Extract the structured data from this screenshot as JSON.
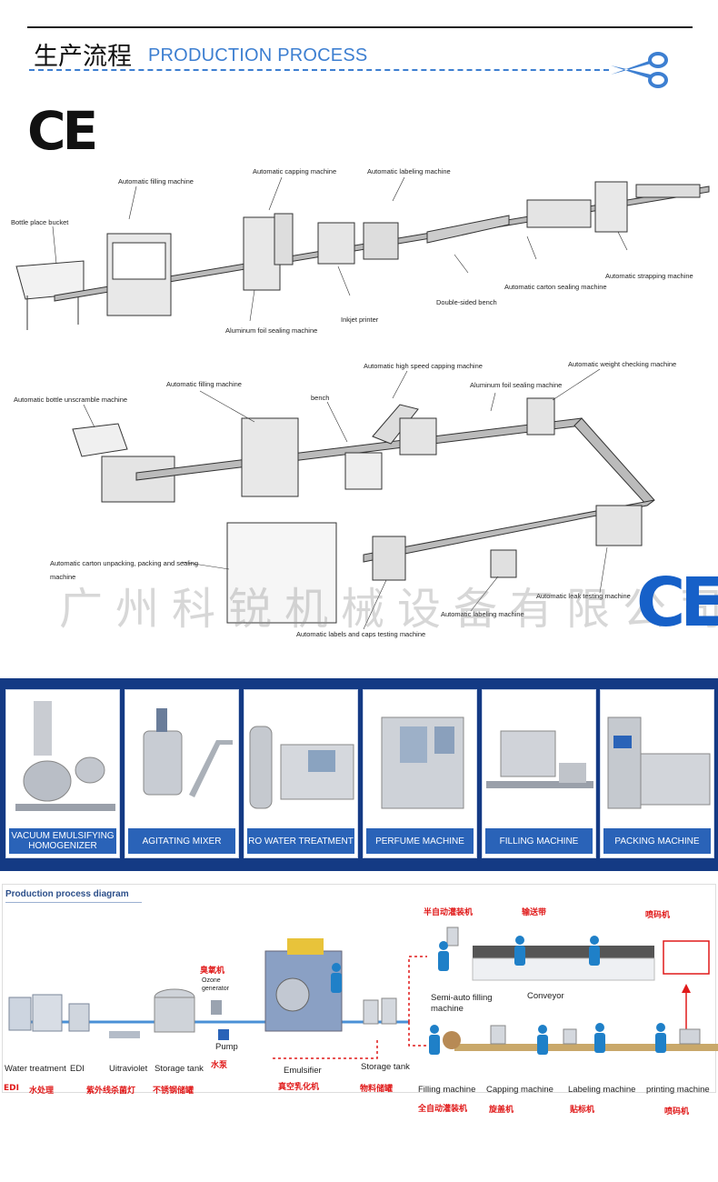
{
  "header": {
    "title_cn": "生产流程",
    "title_en": "PRODUCTION PROCESS"
  },
  "ce_mark": "CE",
  "line1": {
    "labels": [
      "Automatic filling machine",
      "Automatic capping machine",
      "Automatic labeling machine",
      "Bottle place bucket",
      "Automatic strapping machine",
      "Automatic carton sealing machine",
      "Double-sided bench",
      "Inkjet printer",
      "Aluminum foil sealing machine"
    ]
  },
  "line2": {
    "labels": [
      "Automatic high speed capping machine",
      "Automatic weight checking machine",
      "Automatic filling machine",
      "Aluminum foil sealing machine",
      "Automatic bottle unscramble machine",
      "bench",
      "Automatic carton unpacking, packing and sealing",
      "machine",
      "Automatic leak testing machine",
      "Automatic labeling machine",
      "Automatic labels and caps testing machine"
    ]
  },
  "watermark": "广州科锐机械设备有限公司",
  "products": [
    {
      "label": "VACUUM EMULSIFYING HOMOGENIZER"
    },
    {
      "label": "AGITATING MIXER"
    },
    {
      "label": "RO WATER TREATMENT"
    },
    {
      "label": "PERFUME MACHINE"
    },
    {
      "label": "FILLING MACHINE"
    },
    {
      "label": "PACKING MACHINE"
    }
  ],
  "process_diagram": {
    "title": "Production process diagram",
    "en": {
      "water": "Water treatment",
      "edi": "EDI",
      "uv": "Uitraviolet",
      "storage1": "Storage tank",
      "ozone": "Ozone generator",
      "pump": "Pump",
      "emulsifier": "Emulsifier",
      "storage2": "Storage tank",
      "semi": "Semi-auto filling machine",
      "conveyor": "Conveyor",
      "filling": "Filling machine",
      "capping": "Capping machine",
      "labeling": "Labeling machine",
      "printing": "printing machine"
    },
    "cn": {
      "edi": "EDI",
      "water": "水处理",
      "uv": "紫外线杀菌灯",
      "storage1": "不锈钢储罐",
      "ozone": "臭氧机",
      "pump": "水泵",
      "emulsifier": "真空乳化机",
      "storage2": "物料储罐",
      "semi": "半自动灌装机",
      "conveyor": "输送带",
      "printer": "喷码机",
      "filling": "全自动灌装机",
      "capping": "旋盖机",
      "labeling": "贴标机",
      "printing": "喷码机"
    },
    "colors": {
      "line": "#4a90d6",
      "worker": "#1f80c8",
      "red": "#e01a1a"
    }
  }
}
